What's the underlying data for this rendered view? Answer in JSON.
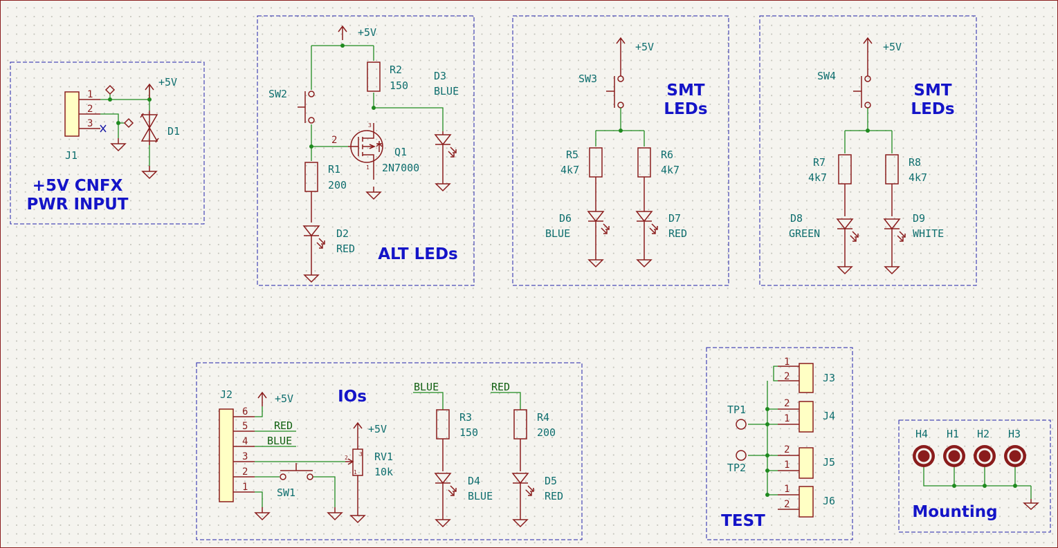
{
  "titles": {
    "pwr": [
      "+5V CNFX",
      "PWR INPUT"
    ],
    "alt": "ALT LEDs",
    "smt1": [
      "SMT",
      "LEDs"
    ],
    "smt2": [
      "SMT",
      "LEDs"
    ],
    "ios": "IOs",
    "test": "TEST",
    "mounting": "Mounting"
  },
  "power_label": "+5V",
  "nets": {
    "red": "RED",
    "blue": "BLUE"
  },
  "components": {
    "J1": {
      "ref": "J1",
      "pins": [
        "1",
        "2",
        "3"
      ]
    },
    "D1": {
      "ref": "D1"
    },
    "SW2": {
      "ref": "SW2"
    },
    "R1": {
      "ref": "R1",
      "value": "200"
    },
    "R2": {
      "ref": "R2",
      "value": "150"
    },
    "Q1": {
      "ref": "Q1",
      "value": "2N7000",
      "pins": [
        "1",
        "2",
        "3"
      ]
    },
    "D2": {
      "ref": "D2",
      "value": "RED"
    },
    "D3": {
      "ref": "D3",
      "value": "BLUE"
    },
    "SW3": {
      "ref": "SW3"
    },
    "R5": {
      "ref": "R5",
      "value": "4k7"
    },
    "R6": {
      "ref": "R6",
      "value": "4k7"
    },
    "D6": {
      "ref": "D6",
      "value": "BLUE"
    },
    "D7": {
      "ref": "D7",
      "value": "RED"
    },
    "SW4": {
      "ref": "SW4"
    },
    "R7": {
      "ref": "R7",
      "value": "4k7"
    },
    "R8": {
      "ref": "R8",
      "value": "4k7"
    },
    "D8": {
      "ref": "D8",
      "value": "GREEN"
    },
    "D9": {
      "ref": "D9",
      "value": "WHITE"
    },
    "J2": {
      "ref": "J2",
      "pins": [
        "6",
        "5",
        "4",
        "3",
        "2",
        "1"
      ]
    },
    "RV1": {
      "ref": "RV1",
      "value": "10k",
      "pins": [
        "3",
        "2",
        "1"
      ]
    },
    "SW1": {
      "ref": "SW1"
    },
    "R3": {
      "ref": "R3",
      "value": "150"
    },
    "R4": {
      "ref": "R4",
      "value": "200"
    },
    "D4": {
      "ref": "D4",
      "value": "BLUE"
    },
    "D5": {
      "ref": "D5",
      "value": "RED"
    },
    "J3": {
      "ref": "J3",
      "pins": [
        "1",
        "2"
      ]
    },
    "J4": {
      "ref": "J4",
      "pins": [
        "2",
        "1"
      ]
    },
    "J5": {
      "ref": "J5",
      "pins": [
        "2",
        "1"
      ]
    },
    "J6": {
      "ref": "J6",
      "pins": [
        "1",
        "2"
      ]
    },
    "TP1": {
      "ref": "TP1"
    },
    "TP2": {
      "ref": "TP2"
    },
    "H1": {
      "ref": "H1"
    },
    "H2": {
      "ref": "H2"
    },
    "H3": {
      "ref": "H3"
    },
    "H4": {
      "ref": "H4"
    }
  },
  "colors": {
    "wire": "#1f8a1f",
    "component": "#8a1c1c",
    "text": "#0e6e6e",
    "title": "#1414c8",
    "connector_fill": "#ffffc4",
    "background": "#f5f4ef"
  }
}
